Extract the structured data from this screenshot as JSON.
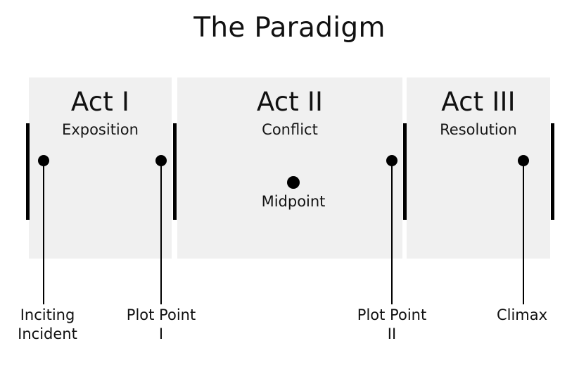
{
  "title": "The Paradigm",
  "theme": {
    "background": "#ffffff",
    "block_fill": "#f0f0f0",
    "ink": "#000000"
  },
  "acts": [
    {
      "id": "act-1",
      "heading": "Act I",
      "subheading": "Exposition"
    },
    {
      "id": "act-2",
      "heading": "Act II",
      "subheading": "Conflict"
    },
    {
      "id": "act-3",
      "heading": "Act III",
      "subheading": "Resolution"
    }
  ],
  "dividers": [
    {
      "name": "divider-act1-start"
    },
    {
      "name": "divider-act1-act2"
    },
    {
      "name": "divider-act2-act3"
    },
    {
      "name": "divider-act3-end"
    }
  ],
  "beats": [
    {
      "id": "inciting-incident",
      "label": "Inciting\nIncident"
    },
    {
      "id": "plot-point-1",
      "label": "Plot Point\nI"
    },
    {
      "id": "midpoint",
      "label": "Midpoint"
    },
    {
      "id": "plot-point-2",
      "label": "Plot Point\nII"
    },
    {
      "id": "climax",
      "label": "Climax"
    }
  ]
}
